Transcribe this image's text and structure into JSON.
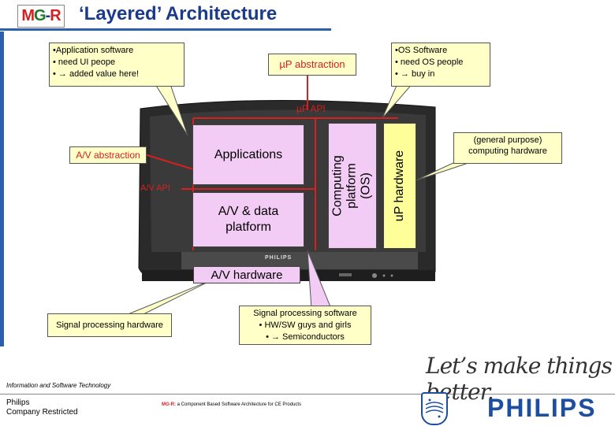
{
  "header": {
    "logo": "MG-R",
    "title": "‘Layered’ Architecture"
  },
  "callouts": {
    "app_software": "•Application software\n• need UI peope\n• → added value here!",
    "os_software": "•OS Software\n• need OS people\n• → buy in",
    "signal_software": "Signal processing software\n• HW/SW guys and girls\n• → Semiconductors"
  },
  "labels": {
    "up_abstraction": "µP abstraction",
    "up_api": "µP API",
    "av_abstraction": "A/V abstraction",
    "av_api": "A/V API",
    "general_hw": "(general purpose)\ncomputing hardware",
    "signal_hw": "Signal processing hardware",
    "tv_brand": "PHILIPS"
  },
  "boxes": {
    "applications": "Applications",
    "av_platform": "A/V & data\nplatform",
    "computing_os": "Computing\nplatform (OS)",
    "up_hardware": "uP hardware",
    "av_hardware": "A/V hardware"
  },
  "footer": {
    "ist": "Information and Software Technology",
    "philips_restricted": "Philips\nCompany Restricted",
    "center_mg": "MG-R:",
    "center_text": " a Component Based Software Architecture for CE Products",
    "slogan": "Let’s make things better.",
    "philips_word": "PHILIPS"
  },
  "colors": {
    "accent_blue": "#2d5fb0",
    "callout_yellow": "#ffffc8",
    "box_lavender": "#f3ccf6",
    "box_yellow": "#ffff9a",
    "api_red": "#d42020"
  }
}
